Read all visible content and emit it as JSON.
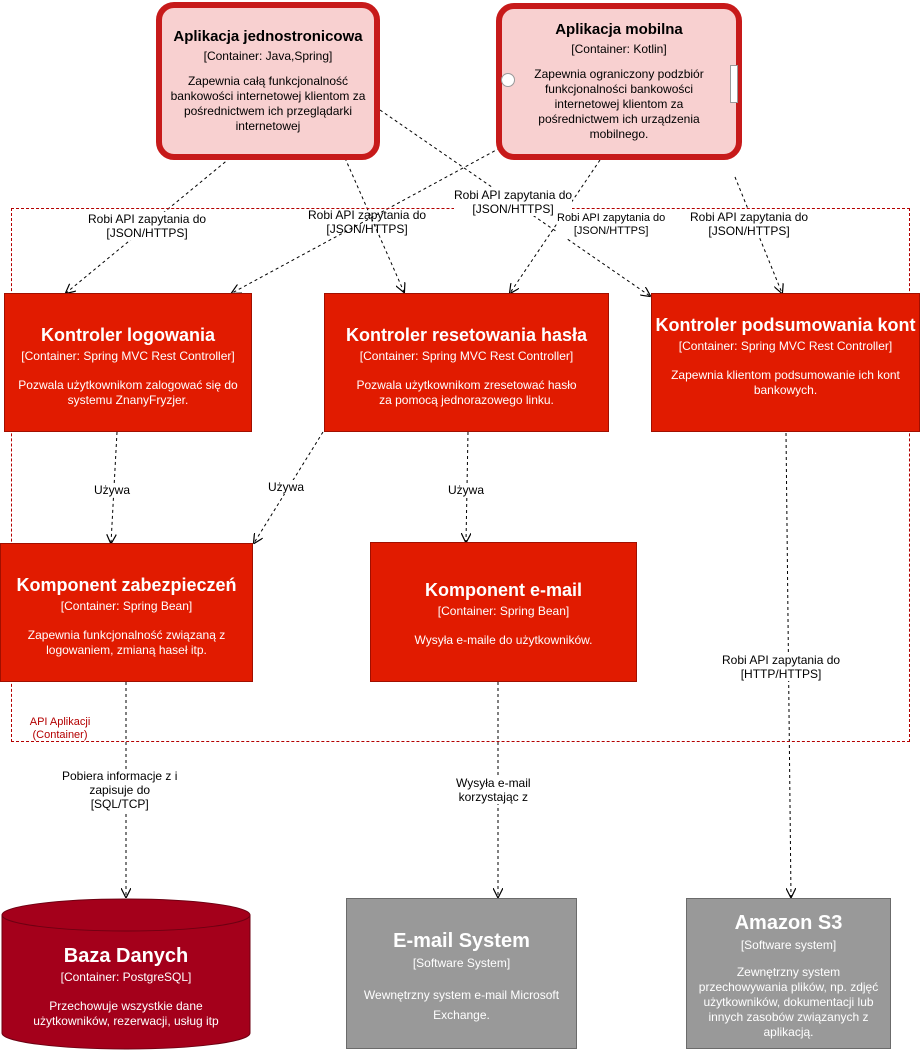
{
  "boundary": {
    "label_line1": "API Aplikacji",
    "label_line2": "(Container)"
  },
  "nodes": {
    "spa": {
      "title": "Aplikacja jednostronicowa",
      "subtitle": "[Container: Java,Spring]",
      "description": "Zapewnia całą funkcjonalność bankowości internetowej klientom za pośrednictwem ich przeglądarki internetowej"
    },
    "mobile": {
      "title": "Aplikacja mobilna",
      "subtitle": "[Container: Kotlin]",
      "description": "Zapewnia ograniczony podzbiór funkcjonalności bankowości internetowej klientom za pośrednictwem ich urządzenia mobilnego."
    },
    "login": {
      "title": "Kontroler logowania",
      "subtitle": "[Container: Spring MVC Rest Controller]",
      "description": "Pozwala użytkownikom zalogować się do systemu ZnanyFryzjer."
    },
    "reset": {
      "title": "Kontroler resetowania hasła",
      "subtitle": "[Container: Spring MVC Rest Controller]",
      "description": "Pozwala użytkownikom zresetować hasło za pomocą jednorazowego linku."
    },
    "summary": {
      "title": "Kontroler podsumowania kont",
      "subtitle": "[Container: Spring MVC Rest Controller]",
      "description": "Zapewnia klientom podsumowanie ich kont bankowych."
    },
    "security": {
      "title": "Komponent zabezpieczeń",
      "subtitle": "[Container: Spring Bean]",
      "description": "Zapewnia funkcjonalność związaną z logowaniem, zmianą haseł itp."
    },
    "email_comp": {
      "title": "Komponent e-mail",
      "subtitle": "[Container: Spring Bean]",
      "description": "Wysyła e-maile do użytkowników."
    },
    "db": {
      "title": "Baza Danych",
      "subtitle": "[Container: PostgreSQL]",
      "description": "Przechowuje wszystkie dane użytkowników, rezerwacji, usług itp"
    },
    "email_sys": {
      "title": "E-mail System",
      "subtitle": "[Software System]",
      "description": "Wewnętrzny system e-mail Microsoft Exchange."
    },
    "s3": {
      "title": "Amazon S3",
      "subtitle": "[Software system]",
      "description": "Zewnętrzny system przechowywania plików, np. zdjęć użytkowników, dokumentacji lub innych zasobów związanych z aplikacją."
    }
  },
  "edges": {
    "spa_login": "Robi API zapytania do\n[JSON/HTTPS]",
    "mobile_login": "Robi API zapytania do\n[JSON/HTTPS]",
    "spa_summary": "Robi API zapytania do\n[JSON/HTTPS]",
    "mobile_reset": "Robi API zapytania do\n[JSON/HTTPS]",
    "mobile_summary": "Robi API zapytania do\n[JSON/HTTPS]",
    "login_security": "Używa",
    "reset_security": "Używa",
    "reset_email": "Używa",
    "security_db": "Pobiera informacje z i\nzapisuje do\n[SQL/TCP]",
    "email_sys": "Wysyła e-mail\nkorzystając z",
    "summary_s3": "Robi API zapytania do\n[HTTP/HTTPS]"
  },
  "colors": {
    "component": "#e11b00",
    "app_fill": "#f8d0d0",
    "app_border": "#c71a1a",
    "database": "#a4001b",
    "external": "#999999",
    "boundary": "#b40000"
  }
}
